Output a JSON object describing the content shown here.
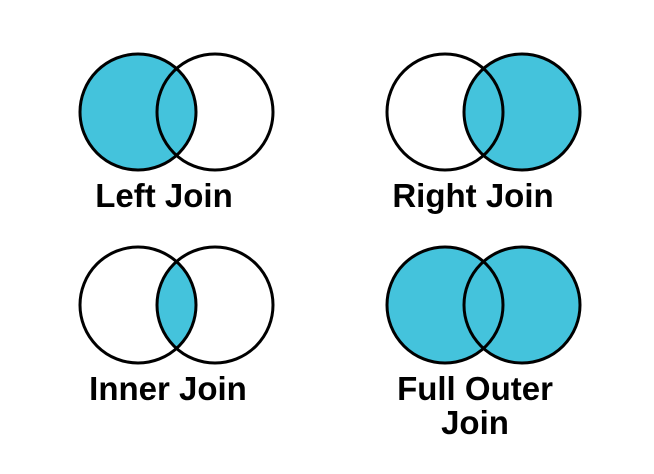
{
  "colors": {
    "highlight": "#44C3DC",
    "stroke": "#000000",
    "label_text": "#000000",
    "background": "#ffffff"
  },
  "diagrams": [
    {
      "label": "Left Join"
    },
    {
      "label": "Right Join"
    },
    {
      "label": "Inner Join"
    },
    {
      "label": "Full Outer\nJoin"
    }
  ]
}
